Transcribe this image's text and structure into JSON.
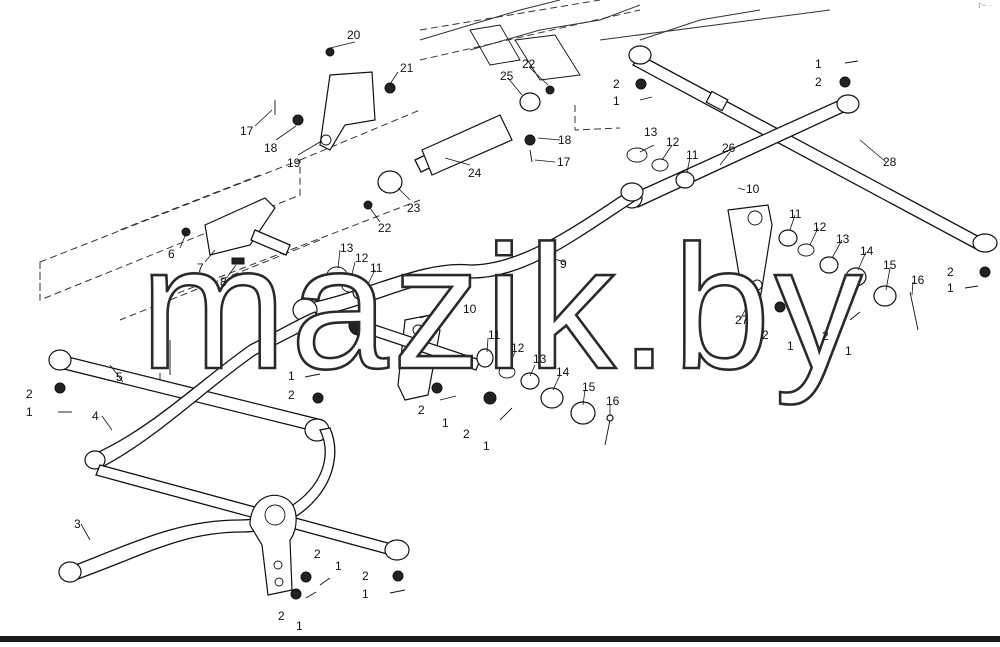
{
  "watermark": "mazik.by",
  "corner_mark": "r~ ·",
  "callouts": {
    "c1": "1",
    "c2": "2",
    "c3": "3",
    "c4": "4",
    "c5": "5",
    "c6": "6",
    "c7": "7",
    "c8": "8",
    "c9": "9",
    "c10": "10",
    "c11": "11",
    "c12": "12",
    "c13": "13",
    "c14": "14",
    "c15": "15",
    "c16": "16",
    "c17": "17",
    "c18": "18",
    "c19": "19",
    "c20": "20",
    "c21": "21",
    "c22": "22",
    "c23": "23",
    "c24": "24",
    "c25": "25",
    "c26": "26",
    "c27": "27",
    "c28": "28"
  }
}
